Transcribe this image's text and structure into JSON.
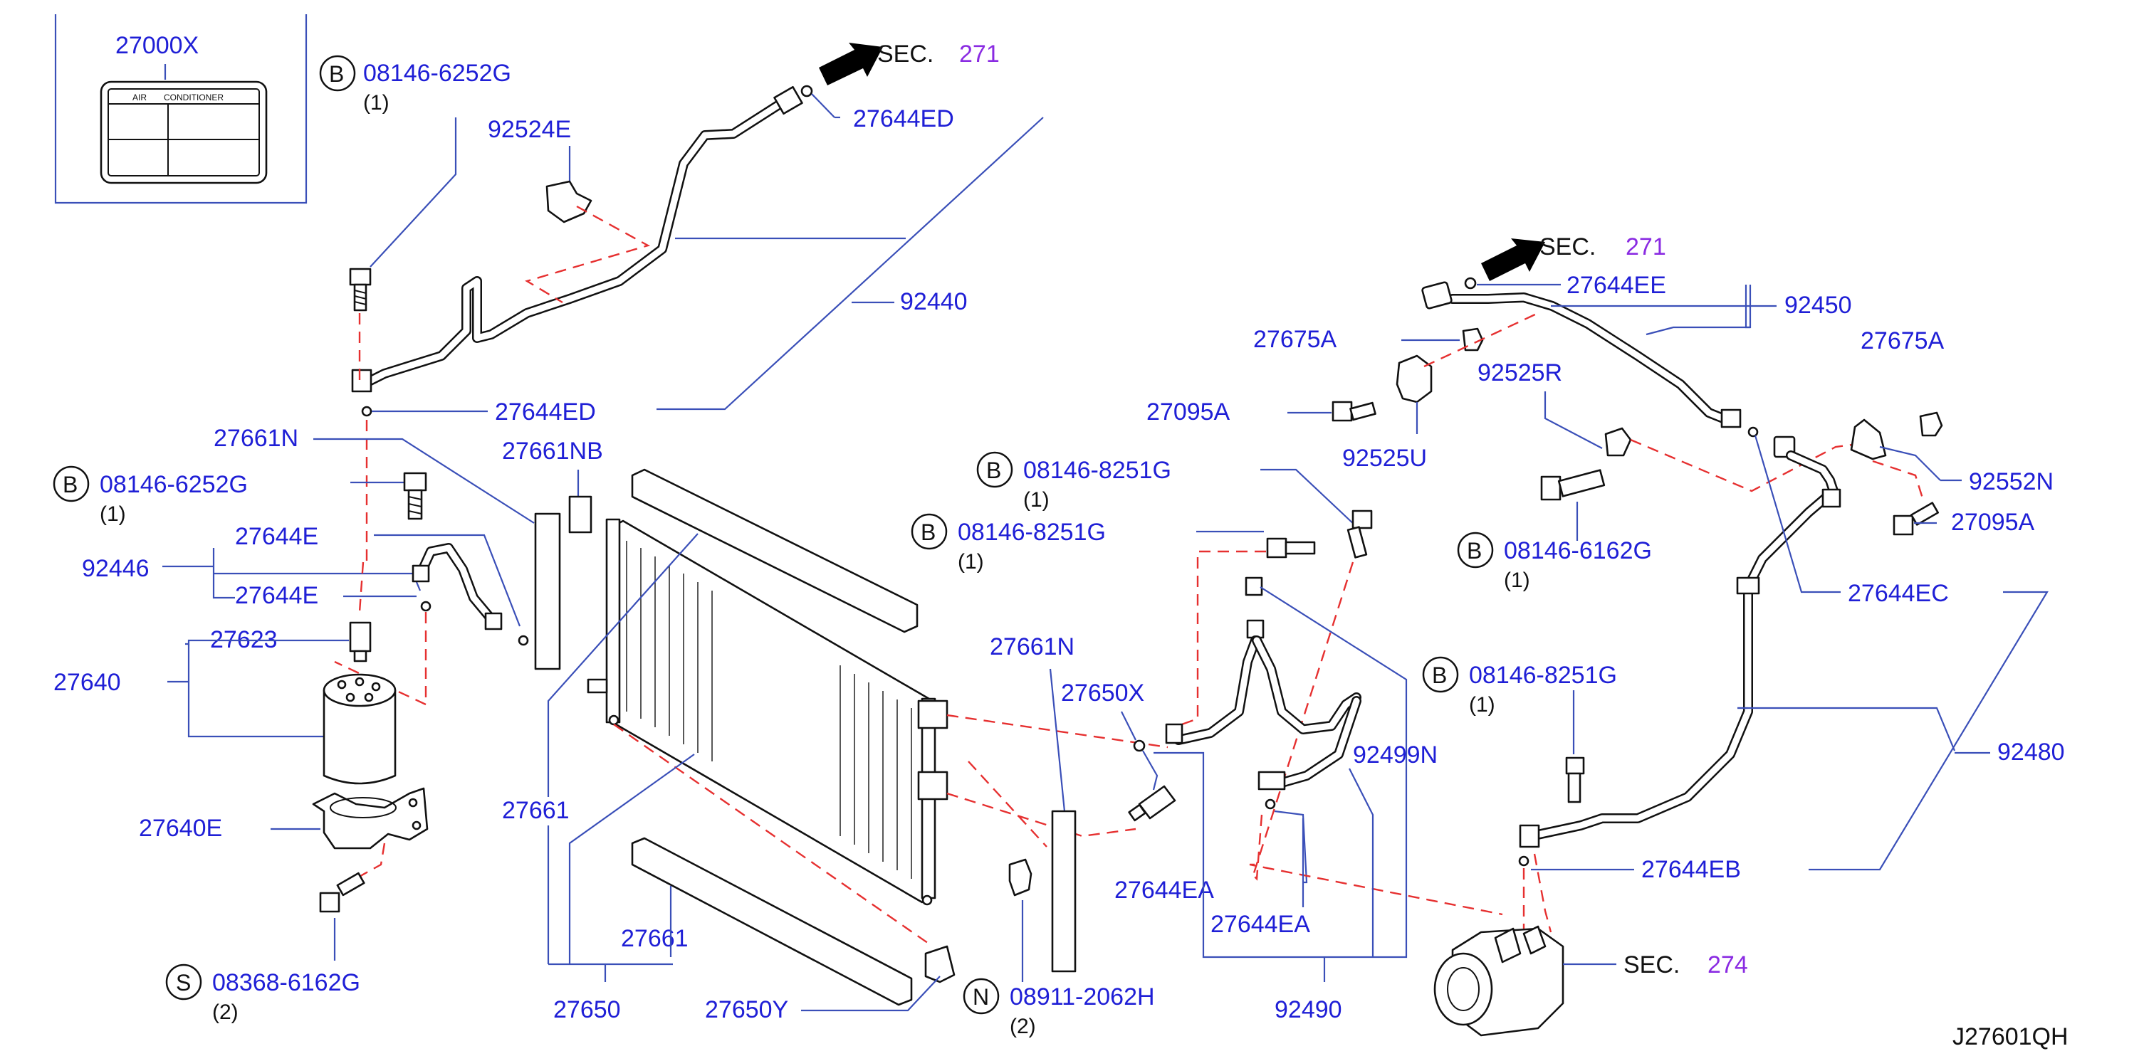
{
  "labels": {
    "l27000x": "27000X",
    "label_air": "AIR",
    "label_cond": "CONDITIONER",
    "b1_part": "08146-6252G",
    "b1_qty": "(1)",
    "l92524e": "92524E",
    "sec1": "SEC.",
    "sec1_num": "271",
    "l27644ed_top": "27644ED",
    "l92440": "92440",
    "l27644ed_mid": "27644ED",
    "l27661n_left": "27661N",
    "l27661nb": "27661NB",
    "b2_part": "08146-6252G",
    "b2_qty": "(1)",
    "l27644e_a": "27644E",
    "l92446": "92446",
    "l27644e_b": "27644E",
    "l27623": "27623",
    "l27640": "27640",
    "l27640e": "27640E",
    "s_part": "08368-6162G",
    "s_qty": "(2)",
    "l27661_a": "27661",
    "l27661_b": "27661",
    "l27650": "27650",
    "l27650y": "27650Y",
    "n_part": "08911-2062H",
    "n_qty": "(2)",
    "b3_part": "08146-8251G",
    "b3_qty": "(1)",
    "b4_part": "08146-8251G",
    "b4_qty": "(1)",
    "l27661n_right": "27661N",
    "l27650x": "27650X",
    "l27644ea_a": "27644EA",
    "l27644ea_b": "27644EA",
    "l92490": "92490",
    "l92499n": "92499N",
    "sec2": "SEC.",
    "sec2_num": "271",
    "l27644ee": "27644EE",
    "l92450": "92450",
    "l27675a_a": "27675A",
    "l27675a_b": "27675A",
    "l92525r": "92525R",
    "l27095a_a": "27095A",
    "l92525u": "92525U",
    "l92552n": "92552N",
    "l27095a_b": "27095A",
    "b5_part": "08146-6162G",
    "b5_qty": "(1)",
    "l27644ec": "27644EC",
    "b6_part": "08146-8251G",
    "b6_qty": "(1)",
    "l92480": "92480",
    "l27644eb": "27644EB",
    "sec3": "SEC.",
    "sec3_num": "274",
    "ref": "J27601QH",
    "circle_b": "B",
    "circle_s": "S",
    "circle_n": "N"
  },
  "colors": {
    "label": "#1f1fd6",
    "leader": "#3a4fb8",
    "dashed_link": "#e63030",
    "section_number": "#8a2be2"
  },
  "icons": [
    "arrow-right-icon",
    "bolt-icon",
    "nut-icon",
    "o-ring-icon"
  ]
}
